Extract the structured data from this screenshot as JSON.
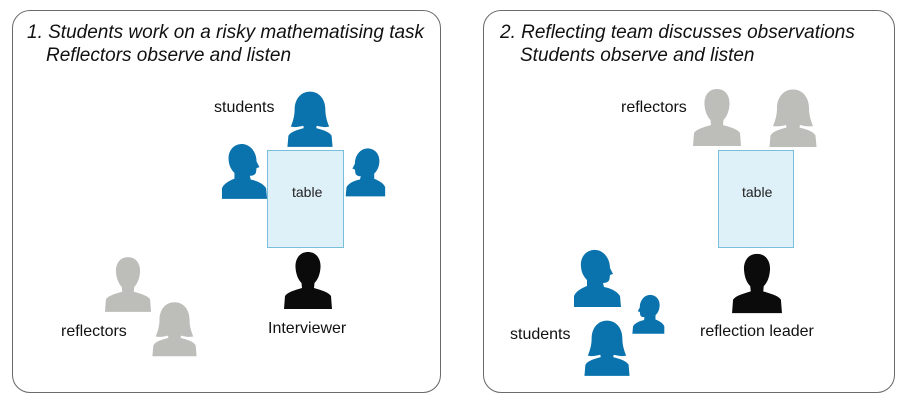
{
  "colors": {
    "student": "#0a72ad",
    "reflector": "#bdbdba",
    "leader": "#0b0b0b",
    "table_fill": "#def0f8",
    "table_border": "#79bfdc",
    "panel_border": "#6a6a6a"
  },
  "icons": {
    "student": "person-silhouette-icon",
    "reflector": "person-silhouette-icon",
    "leader": "person-silhouette-icon"
  },
  "panel1": {
    "title_line1": "1. Students work on a risky mathematising task",
    "title_line2": "Reflectors observe and listen",
    "students_label": "students",
    "table_label": "table",
    "reflectors_label": "reflectors",
    "interviewer_label": "Interviewer"
  },
  "panel2": {
    "title_line1": "2. Reflecting team discusses observations",
    "title_line2": "Students observe and listen",
    "reflectors_label": "reflectors",
    "table_label": "table",
    "students_label": "students",
    "leader_label": "reflection leader"
  }
}
